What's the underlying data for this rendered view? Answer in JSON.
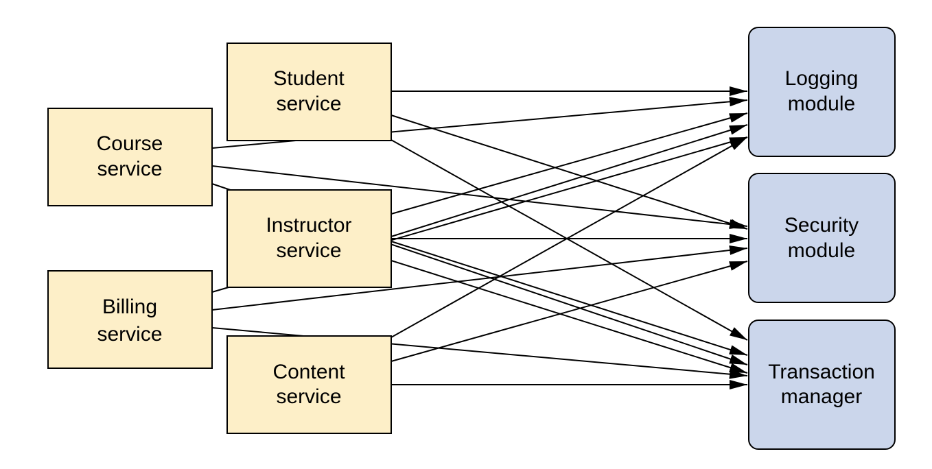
{
  "nodes": {
    "student": {
      "line1": "Student",
      "line2": "service"
    },
    "course": {
      "line1": "Course",
      "line2": "service"
    },
    "instructor": {
      "line1": "Instructor",
      "line2": "service"
    },
    "billing": {
      "line1": "Billing",
      "line2": "service"
    },
    "content": {
      "line1": "Content",
      "line2": "service"
    },
    "logging": {
      "line1": "Logging",
      "line2": "module"
    },
    "security": {
      "line1": "Security",
      "line2": "module"
    },
    "transaction": {
      "line1": "Transaction",
      "line2": "manager"
    }
  },
  "edges": [
    {
      "from": "student",
      "to": "logging"
    },
    {
      "from": "student",
      "to": "security"
    },
    {
      "from": "student",
      "to": "transaction"
    },
    {
      "from": "course",
      "to": "logging"
    },
    {
      "from": "course",
      "to": "security"
    },
    {
      "from": "course",
      "to": "transaction"
    },
    {
      "from": "instructor",
      "to": "logging"
    },
    {
      "from": "instructor",
      "to": "security"
    },
    {
      "from": "instructor",
      "to": "transaction"
    },
    {
      "from": "billing",
      "to": "logging"
    },
    {
      "from": "billing",
      "to": "security"
    },
    {
      "from": "billing",
      "to": "transaction"
    },
    {
      "from": "content",
      "to": "logging"
    },
    {
      "from": "content",
      "to": "security"
    },
    {
      "from": "content",
      "to": "transaction"
    }
  ],
  "colors": {
    "service_fill": "#fdefc8",
    "module_fill": "#cbd6eb",
    "stroke": "#000000"
  }
}
